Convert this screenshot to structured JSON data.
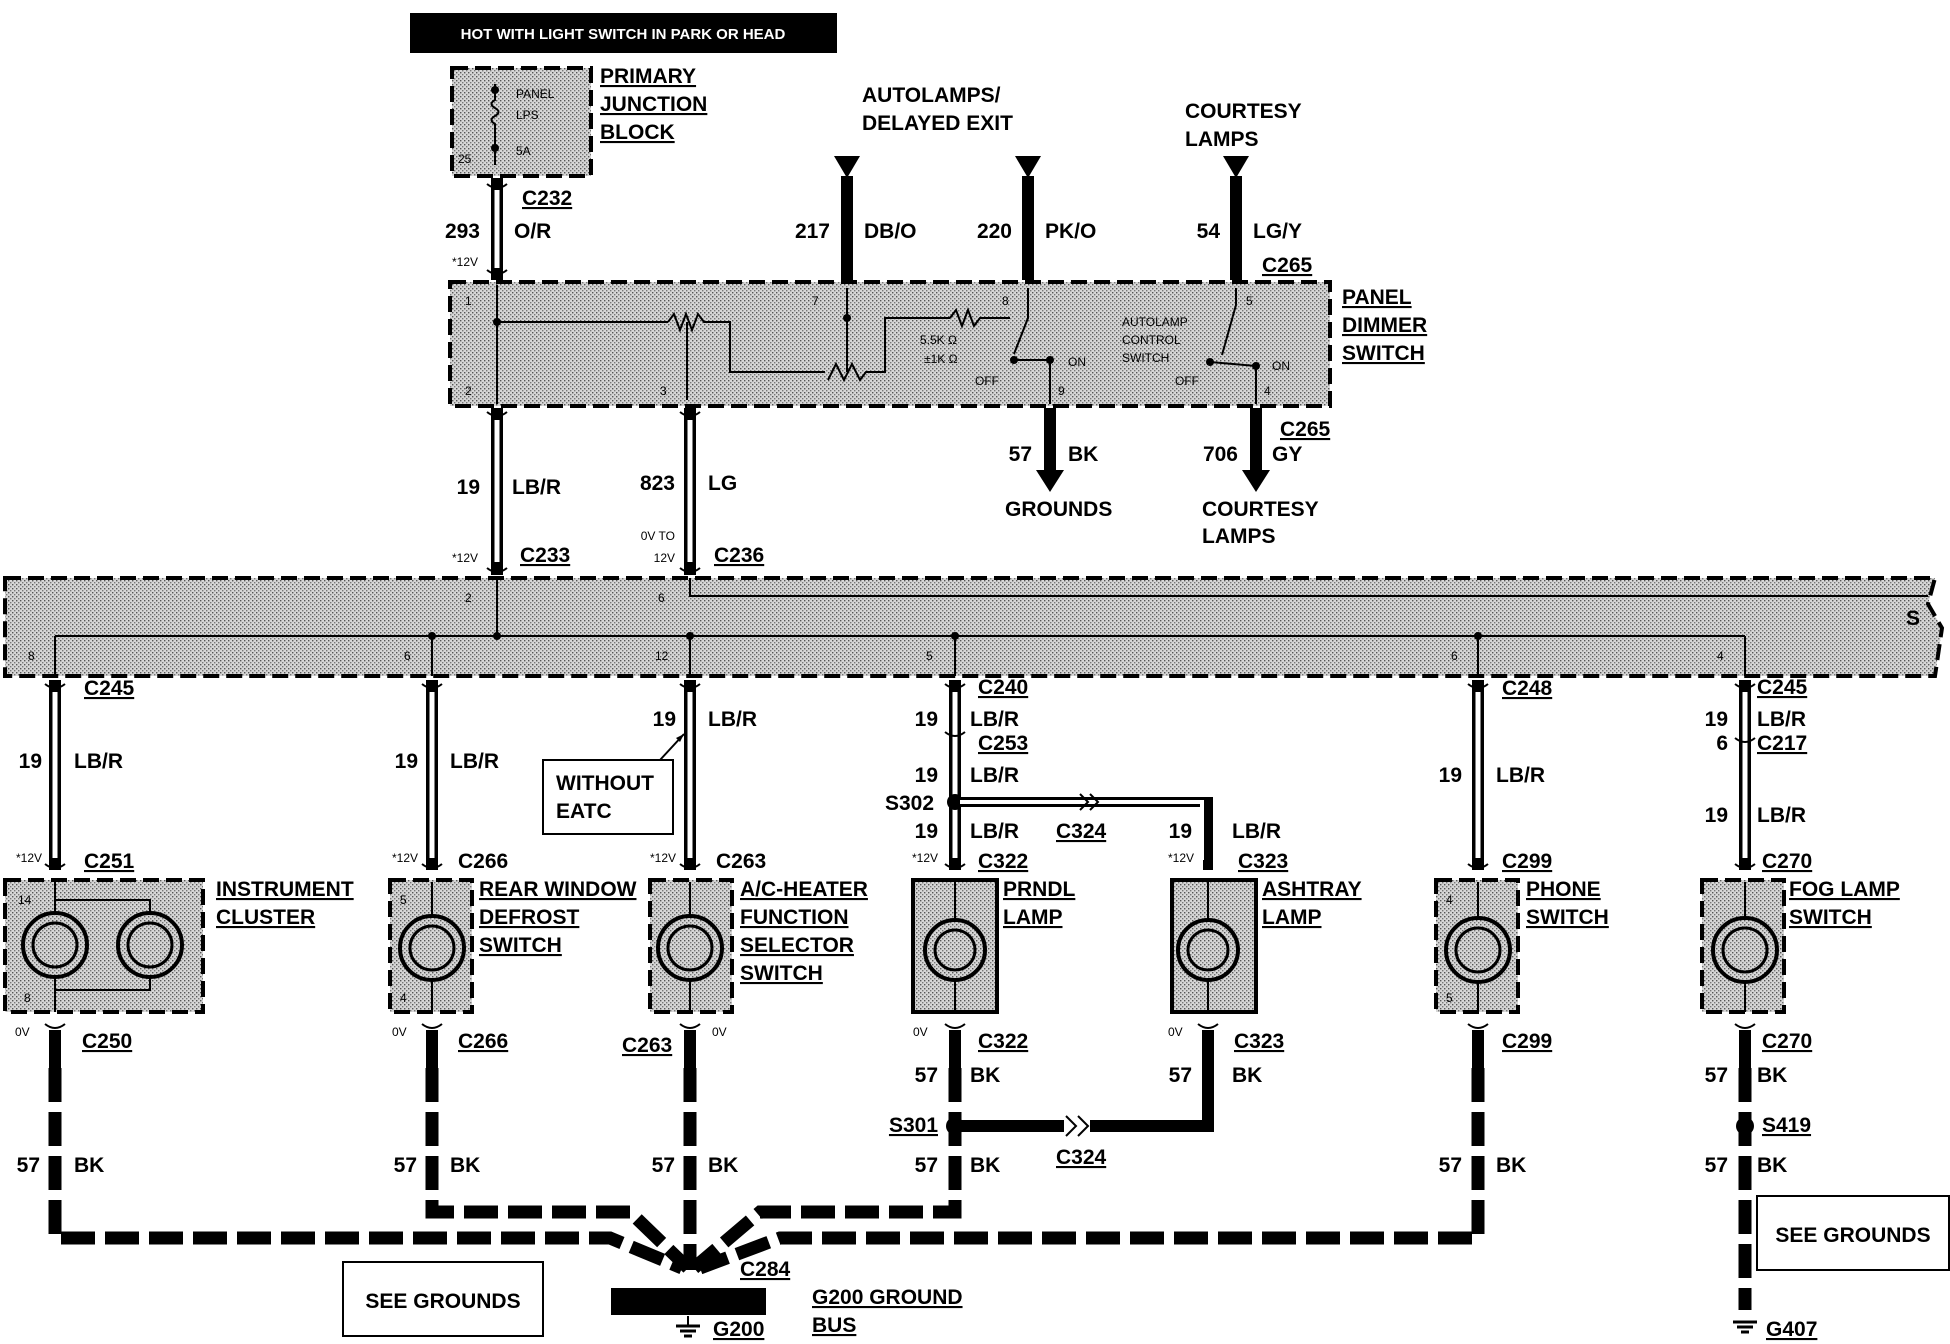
{
  "header": "HOT WITH LIGHT SWITCH IN PARK OR HEAD",
  "junction_block": {
    "name": [
      "PRIMARY",
      "JUNCTION",
      "BLOCK"
    ],
    "fuse_label": [
      "PANEL",
      "LPS",
      "5A"
    ],
    "pin": "25"
  },
  "top_feed": {
    "connector": "C232",
    "circuit": "293",
    "color": "O/R",
    "voltage": "*12V"
  },
  "inputs": [
    {
      "title": [
        "AUTOLAMPS/",
        "DELAYED EXIT"
      ],
      "circuit": "217",
      "color": "DB/O"
    },
    {
      "title": [],
      "circuit": "220",
      "color": "PK/O"
    },
    {
      "title": [
        "COURTESY",
        "LAMPS"
      ],
      "circuit": "54",
      "color": "LG/Y",
      "connector": "C265"
    }
  ],
  "dimmer": {
    "name": [
      "PANEL",
      "DIMMER",
      "SWITCH"
    ],
    "pins": [
      "1",
      "2",
      "3",
      "7",
      "8",
      "9",
      "5",
      "4"
    ],
    "resistor": [
      "5.5K Ω",
      "±1K Ω"
    ],
    "autolamp": [
      "AUTOLAMP",
      "CONTROL",
      "SWITCH"
    ],
    "off": "OFF",
    "on": "ON"
  },
  "outputs": [
    {
      "circuit": "57",
      "color": "BK",
      "dest": [
        "GROUNDS"
      ]
    },
    {
      "circuit": "706",
      "color": "GY",
      "connector": "C265",
      "dest": [
        "COURTESY",
        "LAMPS"
      ]
    }
  ],
  "mid_feeds": [
    {
      "circuit": "19",
      "color": "LB/R",
      "connector": "C233",
      "voltage": "*12V",
      "pin": "2"
    },
    {
      "circuit": "823",
      "color": "LG",
      "connector": "C236",
      "voltage": [
        "0V TO",
        "12V"
      ],
      "pin": "6"
    }
  ],
  "bus_pins": [
    "8",
    "6",
    "12",
    "5",
    "6",
    "4"
  ],
  "bus_break": "S",
  "branches": [
    {
      "top_conn": "C245",
      "circuit": "19",
      "color": "LB/R",
      "dev_conn": "C251",
      "voltage": "*12V",
      "name": [
        "INSTRUMENT",
        "CLUSTER"
      ],
      "pins": [
        "14",
        "8"
      ],
      "gnd_conn": "C250",
      "gnd_v": "0V",
      "gnd_circuit": "57",
      "gnd_color": "BK"
    },
    {
      "top_conn": "",
      "circuit": "19",
      "color": "LB/R",
      "dev_conn": "C266",
      "voltage": "*12V",
      "name": [
        "REAR WINDOW",
        "DEFROST",
        "SWITCH"
      ],
      "pins": [
        "5",
        "4"
      ],
      "gnd_conn": "C266",
      "gnd_v": "0V",
      "gnd_circuit": "57",
      "gnd_color": "BK"
    },
    {
      "top_conn": "",
      "circuit": "19",
      "color": "LB/R",
      "dev_conn": "C263",
      "voltage": "*12V",
      "name": [
        "A/C-HEATER",
        "FUNCTION",
        "SELECTOR",
        "SWITCH"
      ],
      "note": [
        "WITHOUT",
        "EATC"
      ],
      "gnd_conn": "C263",
      "gnd_v": "0V",
      "gnd_circuit": "57",
      "gnd_color": "BK"
    },
    {
      "top_conn": "C240",
      "circuit": "19",
      "color": "LB/R",
      "conn2": "C253",
      "splice": "S302",
      "dev_conn": "C322",
      "voltage": "*12V",
      "name": [
        "PRNDL",
        "LAMP"
      ],
      "gnd_conn": "C322",
      "gnd_v": "0V",
      "gnd_circuit": "57",
      "gnd_color": "BK",
      "gnd_splice": "S301"
    },
    {
      "top_conn": "",
      "circuit": "19",
      "color": "LB/R",
      "dev_conn": "C323",
      "voltage": "*12V",
      "name": [
        "ASHTRAY",
        "LAMP"
      ],
      "link_conn": "C324",
      "gnd_conn": "C323",
      "gnd_v": "0V",
      "gnd_circuit": "57",
      "gnd_color": "BK"
    },
    {
      "top_conn": "C248",
      "circuit": "19",
      "color": "LB/R",
      "dev_conn": "C299",
      "name": [
        "PHONE",
        "SWITCH"
      ],
      "pins": [
        "4",
        "5"
      ],
      "gnd_conn": "C299",
      "gnd_circuit": "57",
      "gnd_color": "BK"
    },
    {
      "top_conn": "C245",
      "circuit": "19",
      "color": "LB/R",
      "conn2": "C217",
      "conn2_pin": "6",
      "dev_conn": "C270",
      "name": [
        "FOG LAMP",
        "SWITCH"
      ],
      "gnd_conn": "C270",
      "gnd_circuit": "57",
      "gnd_color": "BK",
      "gnd_splice": "S419"
    }
  ],
  "ground": {
    "connector": "C284",
    "bus_name": [
      "G200 GROUND",
      "BUS"
    ],
    "ground_id": "G200",
    "see_grounds": "SEE GROUNDS",
    "right_ground": "G407"
  }
}
